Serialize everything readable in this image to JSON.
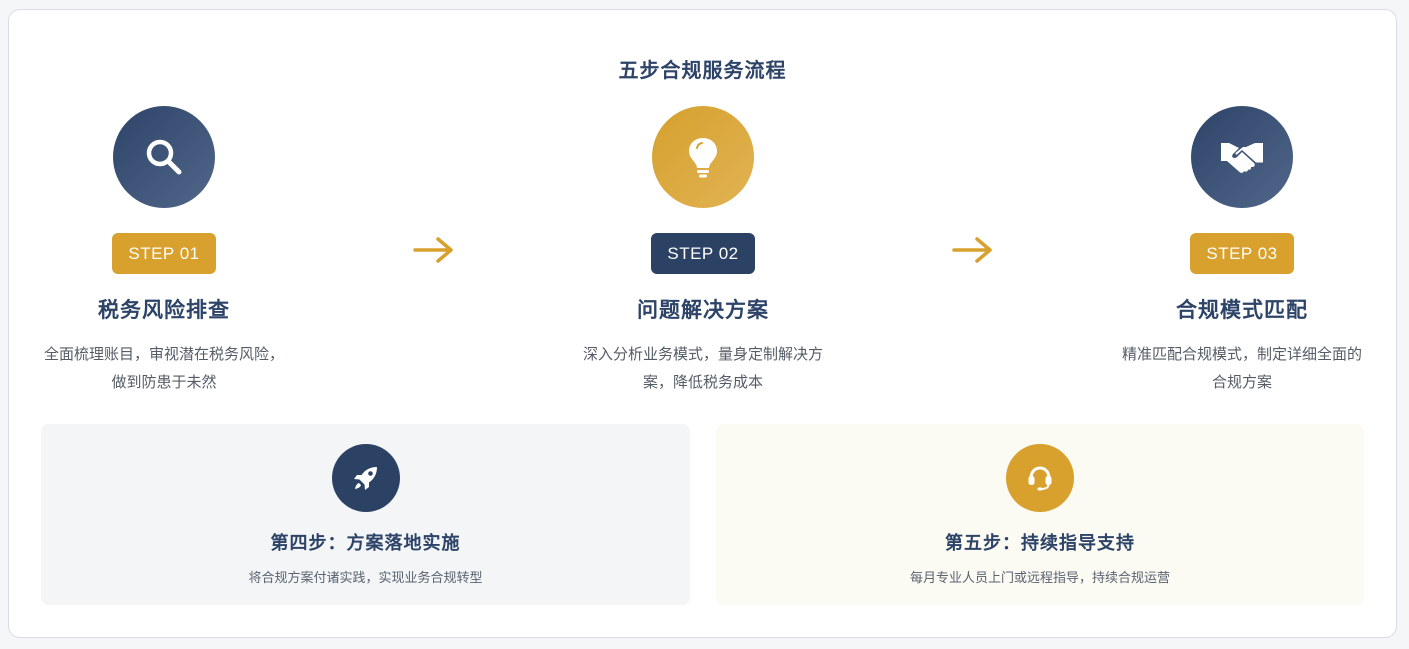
{
  "title": "五步合规服务流程",
  "steps": [
    {
      "badge": "STEP 01",
      "title": "税务风险排查",
      "desc": "全面梳理账目，审视潜在税务风险，做到防患于未然",
      "icon": "search-icon",
      "icon_color": "#2d4468",
      "badge_color": "#d8a02c"
    },
    {
      "badge": "STEP 02",
      "title": "问题解决方案",
      "desc": "深入分析业务模式，量身定制解决方案，降低税务成本",
      "icon": "lightbulb-icon",
      "icon_color": "#d8a02c",
      "badge_color": "#2c4264"
    },
    {
      "badge": "STEP 03",
      "title": "合规模式匹配",
      "desc": "精准匹配合规模式，制定详细全面的合规方案",
      "icon": "handshake-icon",
      "icon_color": "#2d4468",
      "badge_color": "#d8a02c"
    }
  ],
  "cards": [
    {
      "title": "第四步：方案落地实施",
      "desc": "将合规方案付诸实践，实现业务合规转型",
      "icon": "rocket-icon",
      "icon_color": "#2c4264"
    },
    {
      "title": "第五步：持续指导支持",
      "desc": "每月专业人员上门或远程指导，持续合规运营",
      "icon": "headset-icon",
      "icon_color": "#d8a02c"
    }
  ],
  "arrow_color": "#d8a02c"
}
